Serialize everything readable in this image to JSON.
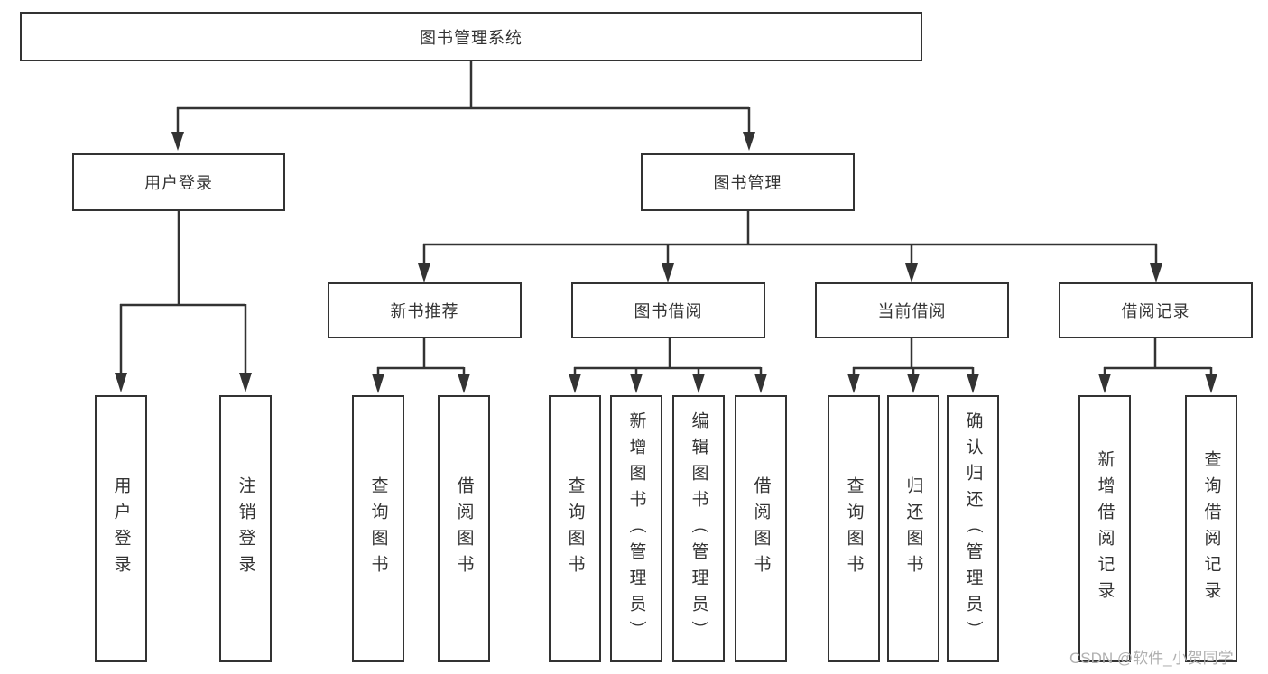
{
  "diagram": {
    "title": "图书管理系统",
    "branches": [
      {
        "label": "用户登录",
        "children": [
          "用户登录",
          "注销登录"
        ]
      },
      {
        "label": "图书管理",
        "sections": [
          {
            "label": "新书推荐",
            "children": [
              "查询图书",
              "借阅图书"
            ]
          },
          {
            "label": "图书借阅",
            "children": [
              "查询图书",
              "新增图书（管理员）",
              "编辑图书（管理员）",
              "借阅图书"
            ]
          },
          {
            "label": "当前借阅",
            "children": [
              "查询图书",
              "归还图书",
              "确认归还（管理员）"
            ]
          },
          {
            "label": "借阅记录",
            "children": [
              "新增借阅记录",
              "查询借阅记录"
            ]
          }
        ]
      }
    ]
  },
  "watermark": {
    "text": "CSDN @软件_小贺同学"
  },
  "colors": {
    "line": "#333333",
    "text": "#333333",
    "box_background": "#ffffff",
    "watermark": "#b0b0b0",
    "page_background": "#ffffff"
  }
}
